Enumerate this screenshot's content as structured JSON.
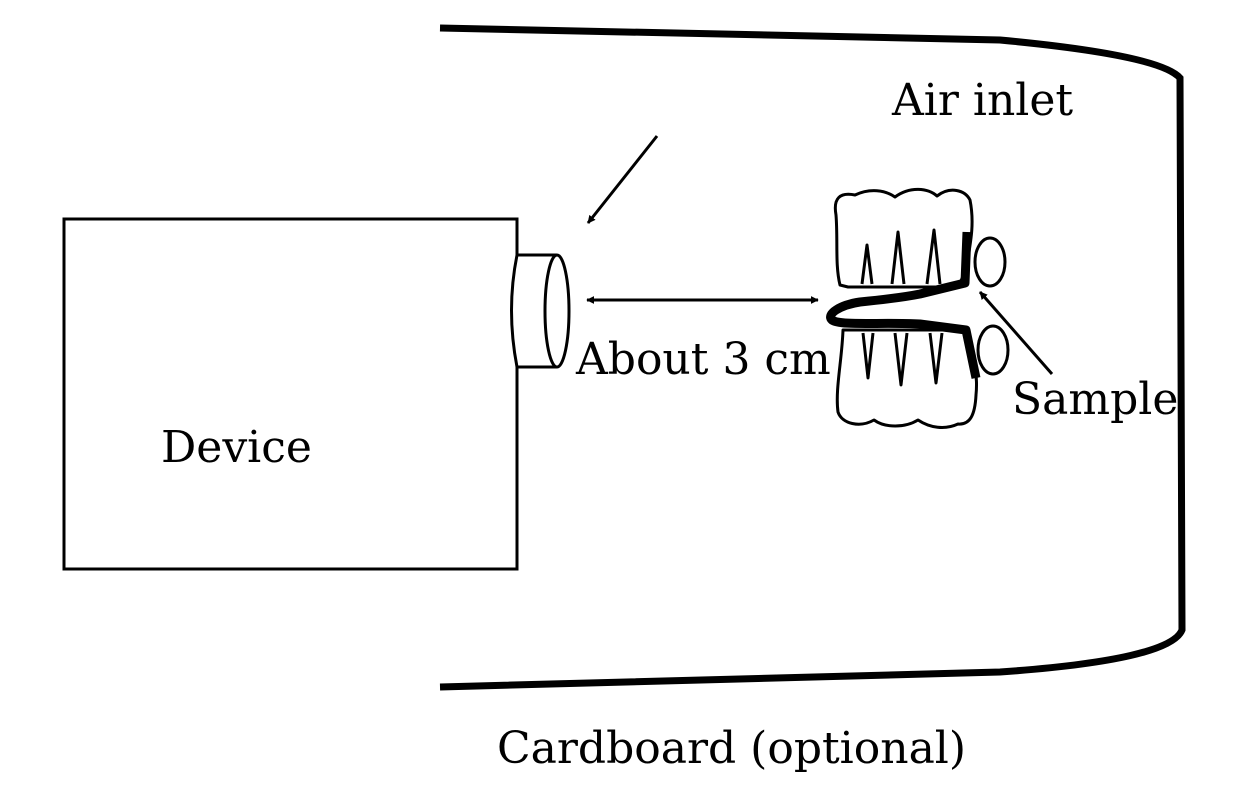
{
  "labels": {
    "air_inlet": "Air inlet",
    "distance": "About 3 cm",
    "device": "Device",
    "sample": "Sample",
    "cardboard": "Cardboard (optional)"
  },
  "colors": {
    "stroke": "#000000",
    "background": "#ffffff"
  }
}
